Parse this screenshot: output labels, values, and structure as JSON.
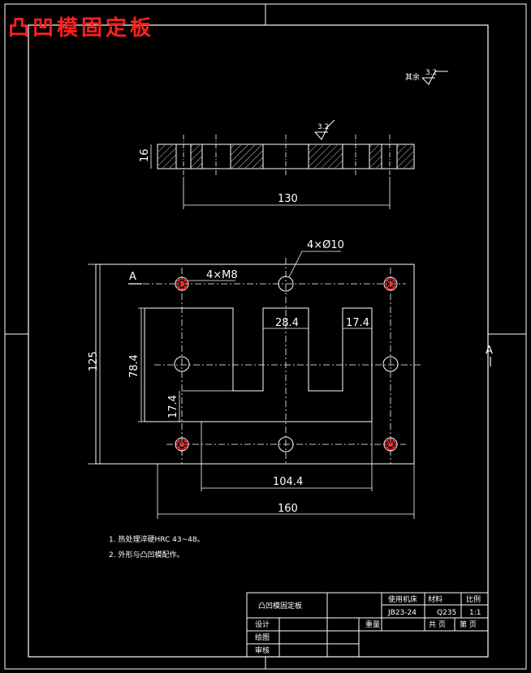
{
  "title": "凸凹模固定板",
  "roughness": {
    "other_label": "其余",
    "other_value": "3.2",
    "section_value": "3.2"
  },
  "section_view": {
    "thickness": "16",
    "length": "130"
  },
  "plan_view": {
    "hole_callout": "4×Ø10",
    "thread_callout": "4×M8",
    "section_mark_left": "A",
    "section_mark_right": "A",
    "dims": {
      "height_total": "125",
      "inner_height": "78.4",
      "step": "17.4",
      "slot_width": "28.4",
      "slot_right": "17.4",
      "inner_width": "104.4",
      "width_total": "160"
    }
  },
  "notes": [
    "1. 热处理淬硬HRC 43~48。",
    "2. 外形与凸凹模配作。"
  ],
  "title_block": {
    "part_name": "凸凹模固定板",
    "col_usage": "使用机床",
    "col_material": "材料",
    "col_scale": "比例",
    "usage_value": "JB23-24",
    "material_value": "Q235",
    "scale_value": "1:1",
    "design": "设计",
    "draw": "绘图",
    "check": "审核",
    "weight": "重量",
    "sheets_total": "共 页",
    "sheet_no": "第 页"
  }
}
